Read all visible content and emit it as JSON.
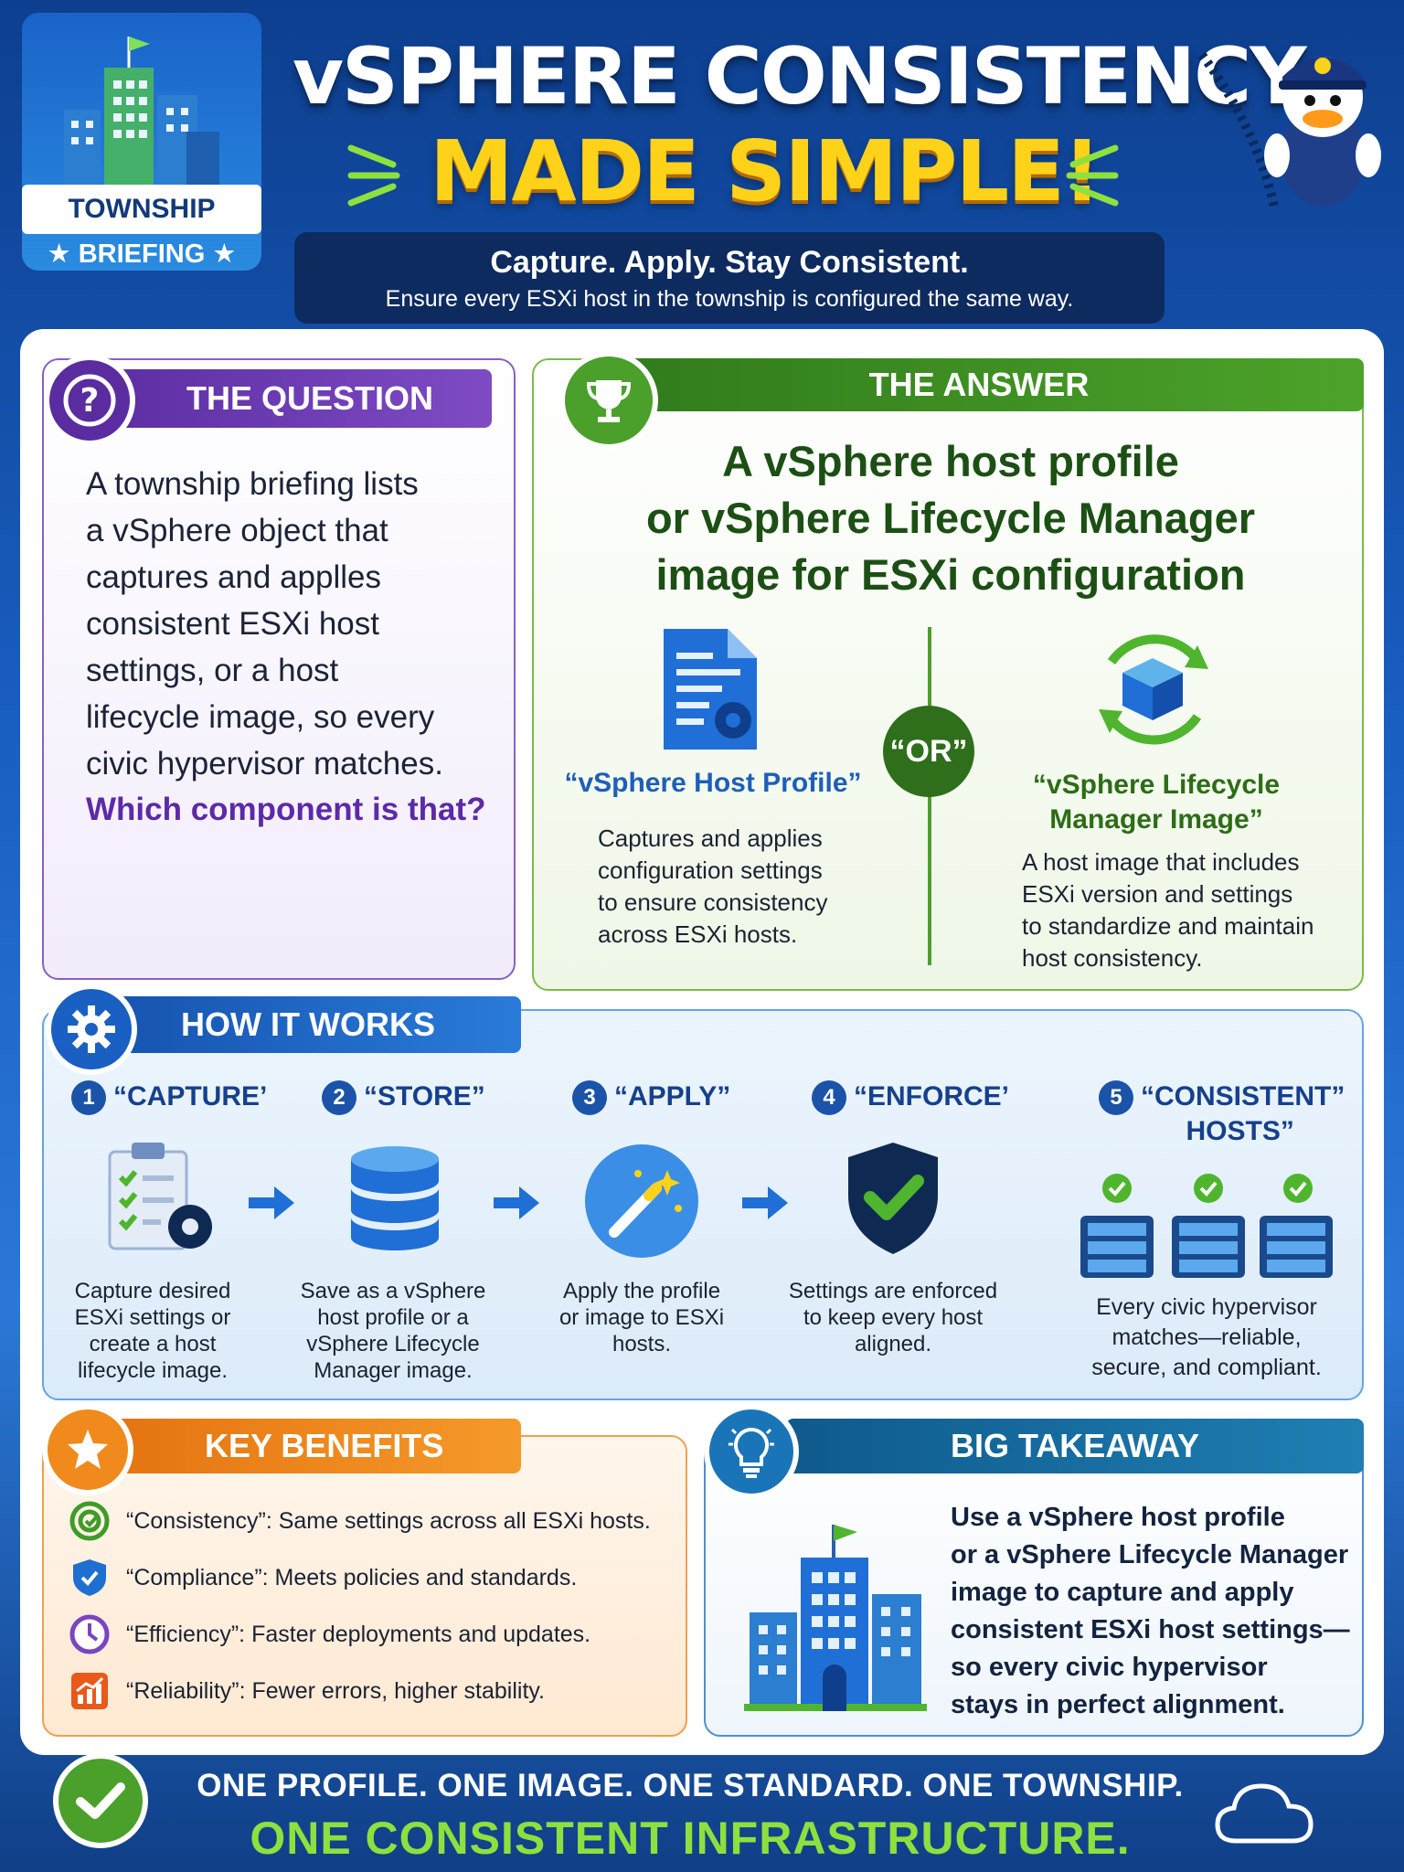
{
  "header": {
    "badge_title": "TOWNSHIP",
    "badge_sub": "★ BRIEFING ★",
    "title_line1": "vSPHERE CONSISTENCY",
    "title_line2": "MADE SIMPLE!",
    "tagline_main": "Capture. Apply. Stay Consistent.",
    "tagline_sub": "Ensure every ESXi host in the township is configured the same way."
  },
  "question": {
    "heading": "THE QUESTION",
    "lines": [
      "A township briefing lists",
      "a vSphere object that",
      "captures and applles",
      "consistent ESXi host",
      "settings, or a host",
      "lifecycle image, so every",
      "civic hypervisor matches."
    ],
    "ask": "Which component is that?"
  },
  "answer": {
    "heading": "THE ANSWER",
    "title_lines": [
      "A vSphere host profile",
      "or vSphere Lifecycle Manager",
      "image for ESXi configuration"
    ],
    "or_label": "“OR”",
    "option_left_name": "“vSphere Host Profile”",
    "option_left_desc": [
      "Captures and applies",
      "configuration settings",
      "to ensure consistency",
      "across ESXi hosts."
    ],
    "option_right_name_lines": [
      "“vSphere Lifecycle",
      "Manager Image”"
    ],
    "option_right_desc": [
      "A host image that includes",
      "ESXi version and settings",
      "to standardize and maintain",
      "host consistency."
    ]
  },
  "how": {
    "heading": "HOW IT WORKS",
    "steps": [
      {
        "num": "1",
        "label": "“CAPTURE’",
        "desc": [
          "Capture desired",
          "ESXi settings or",
          "create a host",
          "lifecycle image."
        ]
      },
      {
        "num": "2",
        "label": "“STORE”",
        "desc": [
          "Save as a vSphere",
          "host profile or a",
          "vSphere Lifecycle",
          "Manager image."
        ]
      },
      {
        "num": "3",
        "label": "“APPLY”",
        "desc": [
          "Apply the profile",
          "or image to ESXi",
          "hosts."
        ]
      },
      {
        "num": "4",
        "label": "“ENFORCE’",
        "desc": [
          "Settings are enforced",
          "to keep every host",
          "aligned."
        ]
      },
      {
        "num": "5",
        "label": "“CONSISTENT”",
        "label2": "HOSTS”",
        "desc": [
          "Every civic hypervisor",
          "matches—reliable,",
          "secure, and compliant."
        ]
      }
    ]
  },
  "benefits": {
    "heading": "KEY BENEFITS",
    "items": [
      {
        "icon": "target-icon",
        "text": "“Consistency”: Same settings across all ESXi hosts.",
        "color": "#3f9b2a"
      },
      {
        "icon": "shield-icon",
        "text": "“Compliance”: Meets policies and standards.",
        "color": "#1f6fd0"
      },
      {
        "icon": "clock-icon",
        "text": "“Efficiency”: Faster deployments and updates.",
        "color": "#7a45c0"
      },
      {
        "icon": "chart-icon",
        "text": "“Reliability”: Fewer errors, higher stability.",
        "color": "#e8591a"
      }
    ]
  },
  "takeaway": {
    "heading": "BIG TAKEAWAY",
    "lines": [
      "Use a vSphere host profile",
      "or a vSphere Lifecycle Manager",
      "image to capture and apply",
      "consistent ESXi host settings—",
      "so every civic hypervisor",
      "stays in perfect alignment."
    ]
  },
  "footer": {
    "line1": "ONE PROFILE. ONE IMAGE. ONE STANDARD. ONE TOWNSHIP.",
    "line2": "ONE CONSISTENT INFRASTRUCTURE."
  },
  "colors": {
    "question": "#5a2ca0",
    "answer": "#2f7a1b",
    "how": "#1450ab",
    "benefits": "#e3700e",
    "takeaway": "#0f5a8c",
    "footer_accent": "#8ee03e"
  }
}
